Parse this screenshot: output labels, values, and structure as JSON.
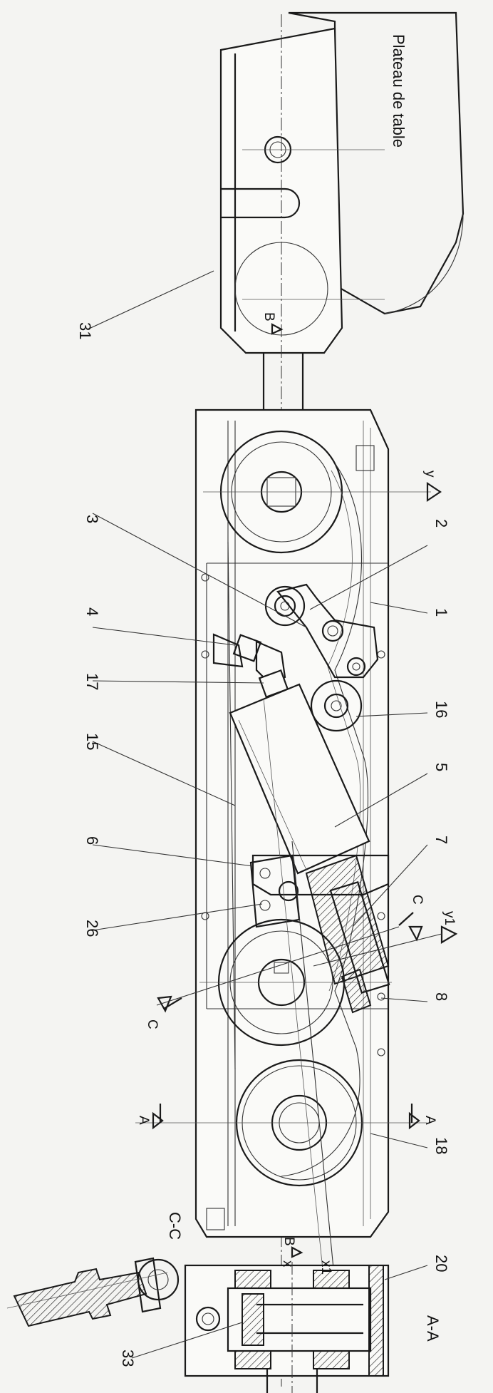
{
  "figure": {
    "plateau_label": "Plateau de table",
    "section_aa_label": "A-A",
    "section_cc_label": "C-C"
  },
  "callouts": [
    "31",
    "3",
    "2",
    "4",
    "1",
    "17",
    "16",
    "15",
    "5",
    "6",
    "7",
    "26",
    "8",
    "18",
    "20",
    "33"
  ],
  "axis_labels": {
    "y": "y",
    "y1": "y1",
    "x": "x",
    "x1": "x1",
    "A": "A",
    "B": "B",
    "C": "C"
  }
}
